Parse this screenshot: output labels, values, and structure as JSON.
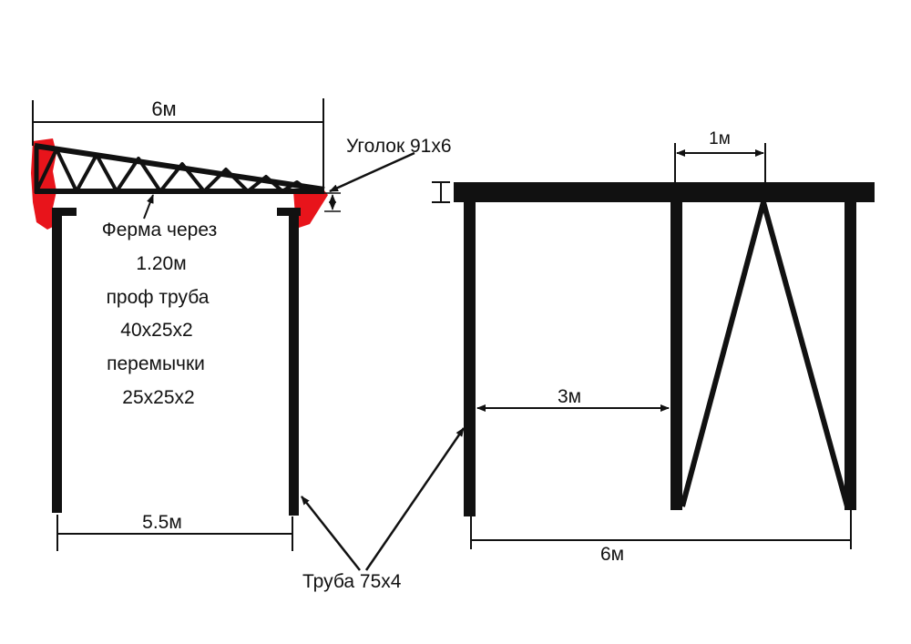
{
  "left_view": {
    "top_dimension": "6м",
    "angle_label": "Уголок 91х6",
    "truss_note": [
      "Ферма через",
      "1.20м",
      "проф труба",
      "40х25х2",
      "перемычки",
      "25х25х2"
    ],
    "bottom_dimension": "5.5м",
    "pipe_label": "Труба 75х4"
  },
  "right_view": {
    "brace_dimension": "1м",
    "span_dimension": "3м",
    "total_dimension": "6м"
  },
  "colors": {
    "steel": "#111111",
    "highlight": "#e8141b",
    "background": "#ffffff"
  }
}
